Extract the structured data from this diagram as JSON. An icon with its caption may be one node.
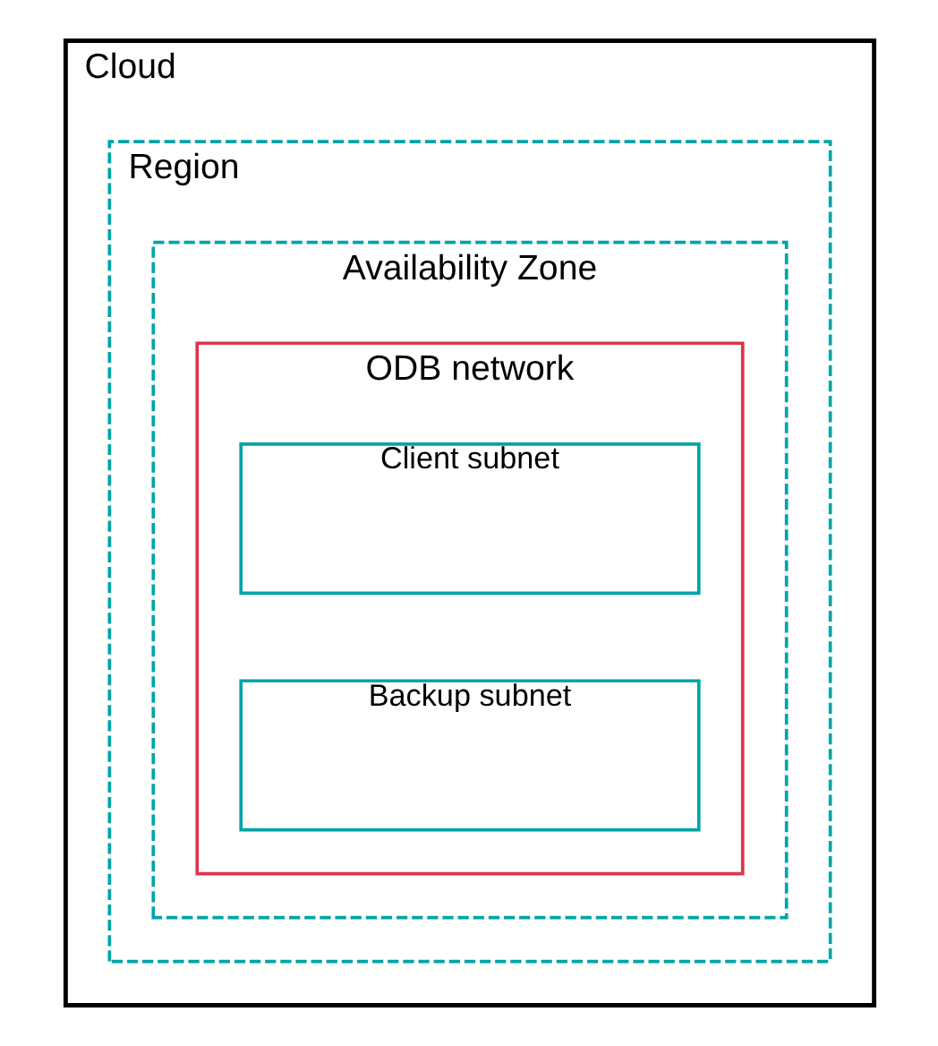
{
  "diagram": {
    "nodes": [
      {
        "text": [
          "Cloud"
        ]
      },
      {
        "text": [
          "Region"
        ],
        "in": 0
      },
      {
        "text": [
          "Availability Zone"
        ],
        "in": 1
      },
      {
        "text": [
          "ODB network"
        ],
        "in": 2
      },
      {
        "text": [
          "Client subnet"
        ],
        "in": 3
      },
      {
        "text": [
          "Backup subnet"
        ],
        "in": 3
      }
    ]
  }
}
